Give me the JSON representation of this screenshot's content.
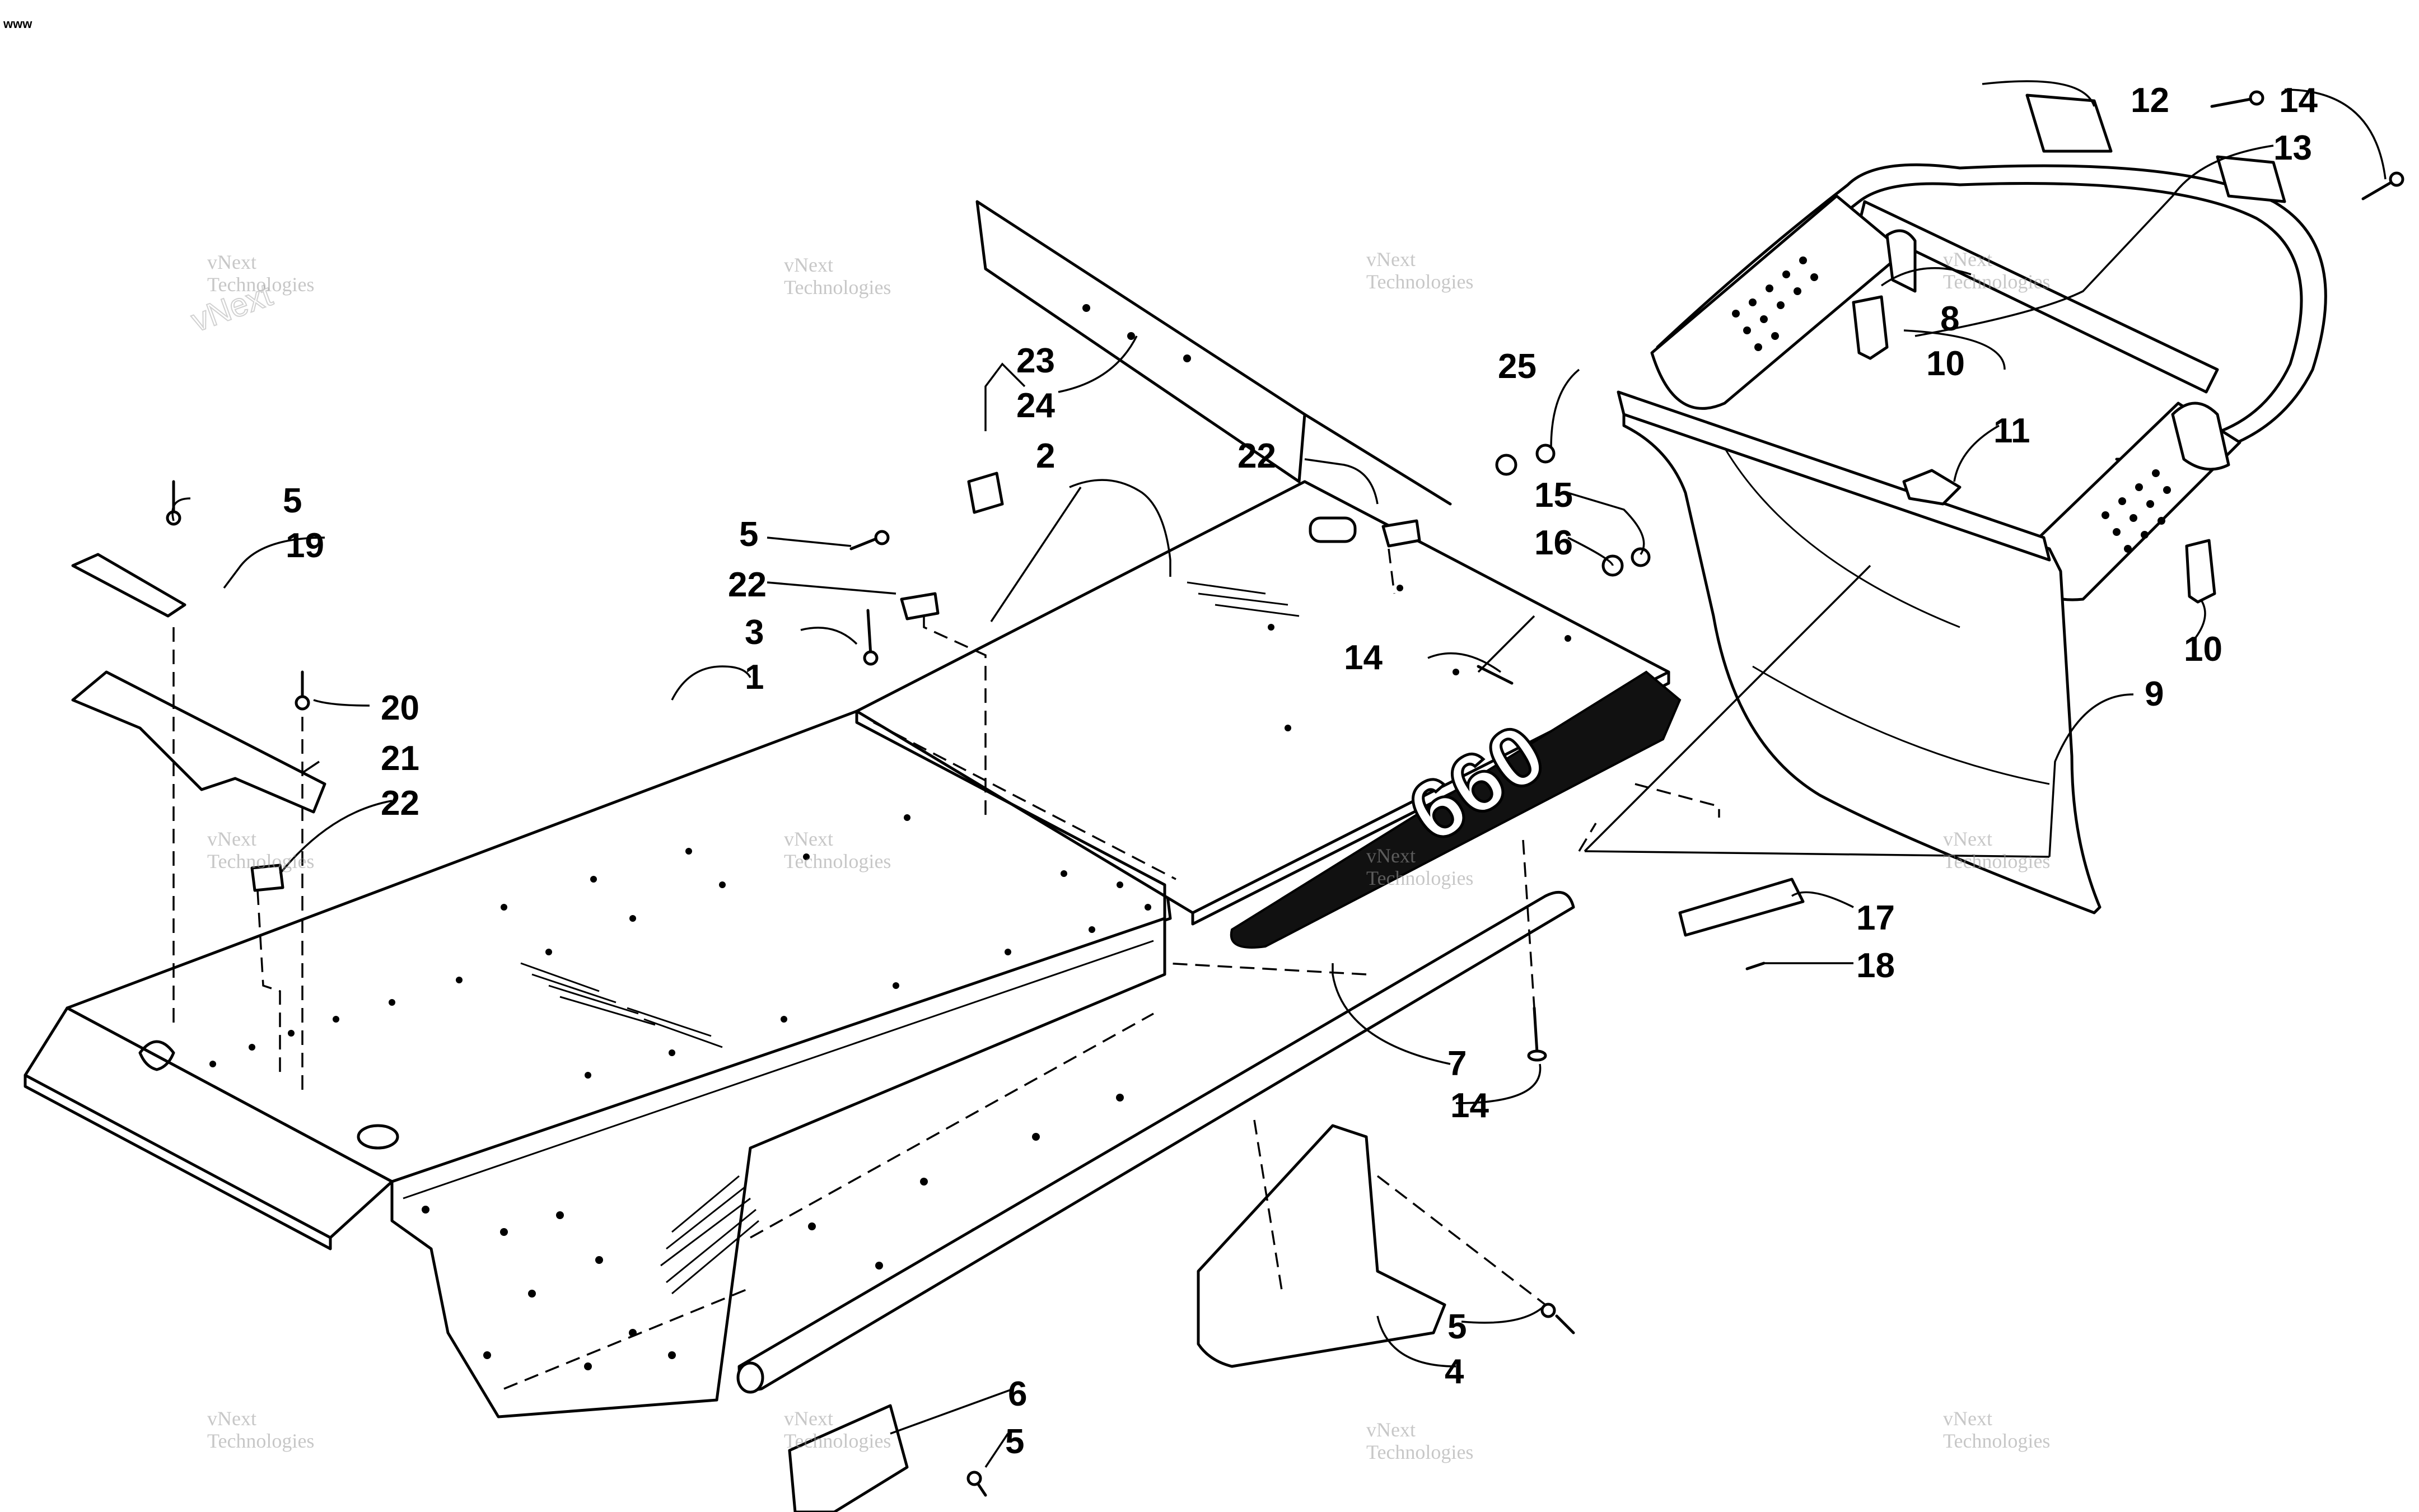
{
  "corner_mark": "www",
  "decal_text": "660",
  "watermark": {
    "line1": "vNext",
    "line2": "Technologies"
  },
  "callouts": [
    {
      "id": "c1",
      "text": "1"
    },
    {
      "id": "c2",
      "text": "2"
    },
    {
      "id": "c3",
      "text": "3"
    },
    {
      "id": "c4",
      "text": "4"
    },
    {
      "id": "c5a",
      "text": "5"
    },
    {
      "id": "c5b",
      "text": "5"
    },
    {
      "id": "c5c",
      "text": "5"
    },
    {
      "id": "c5d",
      "text": "5"
    },
    {
      "id": "c6",
      "text": "6"
    },
    {
      "id": "c7",
      "text": "7"
    },
    {
      "id": "c8",
      "text": "8"
    },
    {
      "id": "c9",
      "text": "9"
    },
    {
      "id": "c10a",
      "text": "10"
    },
    {
      "id": "c10b",
      "text": "10"
    },
    {
      "id": "c11",
      "text": "11"
    },
    {
      "id": "c12",
      "text": "12"
    },
    {
      "id": "c13",
      "text": "13"
    },
    {
      "id": "c14a",
      "text": "14"
    },
    {
      "id": "c14b",
      "text": "14"
    },
    {
      "id": "c14c",
      "text": "14"
    },
    {
      "id": "c15",
      "text": "15"
    },
    {
      "id": "c16",
      "text": "16"
    },
    {
      "id": "c17",
      "text": "17"
    },
    {
      "id": "c18",
      "text": "18"
    },
    {
      "id": "c19",
      "text": "19"
    },
    {
      "id": "c20",
      "text": "20"
    },
    {
      "id": "c21",
      "text": "21"
    },
    {
      "id": "c22a",
      "text": "22"
    },
    {
      "id": "c22b",
      "text": "22"
    },
    {
      "id": "c22c",
      "text": "22"
    },
    {
      "id": "c23",
      "text": "23"
    },
    {
      "id": "c24",
      "text": "24"
    },
    {
      "id": "c25",
      "text": "25"
    }
  ]
}
